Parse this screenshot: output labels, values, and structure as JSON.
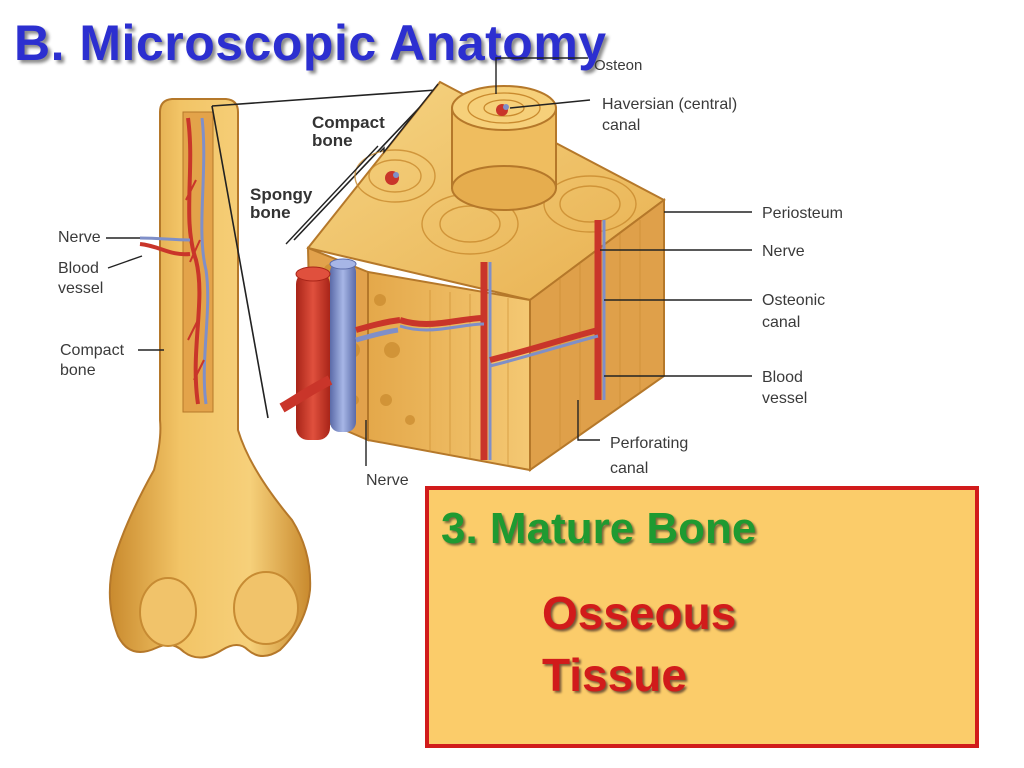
{
  "title": "B.  Microscopic Anatomy",
  "labels": {
    "osteon": "Osteon",
    "haversian_canal_line1": "Haversian (central)",
    "haversian_canal_line2": "canal",
    "compact_bone_top_line1": "Compact",
    "compact_bone_top_line2": "bone",
    "spongy_bone_line1": "Spongy",
    "spongy_bone_line2": "bone",
    "nerve_left": "Nerve",
    "blood_vessel_left_line1": "Blood",
    "blood_vessel_left_line2": "vessel",
    "compact_bone_left_line1": "Compact",
    "compact_bone_left_line2": "bone",
    "periosteum": "Periosteum",
    "nerve_right": "Nerve",
    "osteonic_canal_line1": "Osteonic",
    "osteonic_canal_line2": "canal",
    "blood_vessel_right_line1": "Blood",
    "blood_vessel_right_line2": "vessel",
    "perforating_canal_line1": "Perforating",
    "perforating_canal_line2": "canal",
    "nerve_bottom": "Nerve"
  },
  "box": {
    "heading": "3. Mature Bone",
    "term_line1": "Osseous",
    "term_line2": "Tissue"
  },
  "colors": {
    "title": "#2c2fd0",
    "bone": "#e9b04a",
    "artery": "#c9352a",
    "vein": "#7f8fc8",
    "box_fill": "#fbcc6a",
    "box_border": "#d11b1b",
    "heading_green": "#1f9a31",
    "term_red": "#d11b1b"
  }
}
